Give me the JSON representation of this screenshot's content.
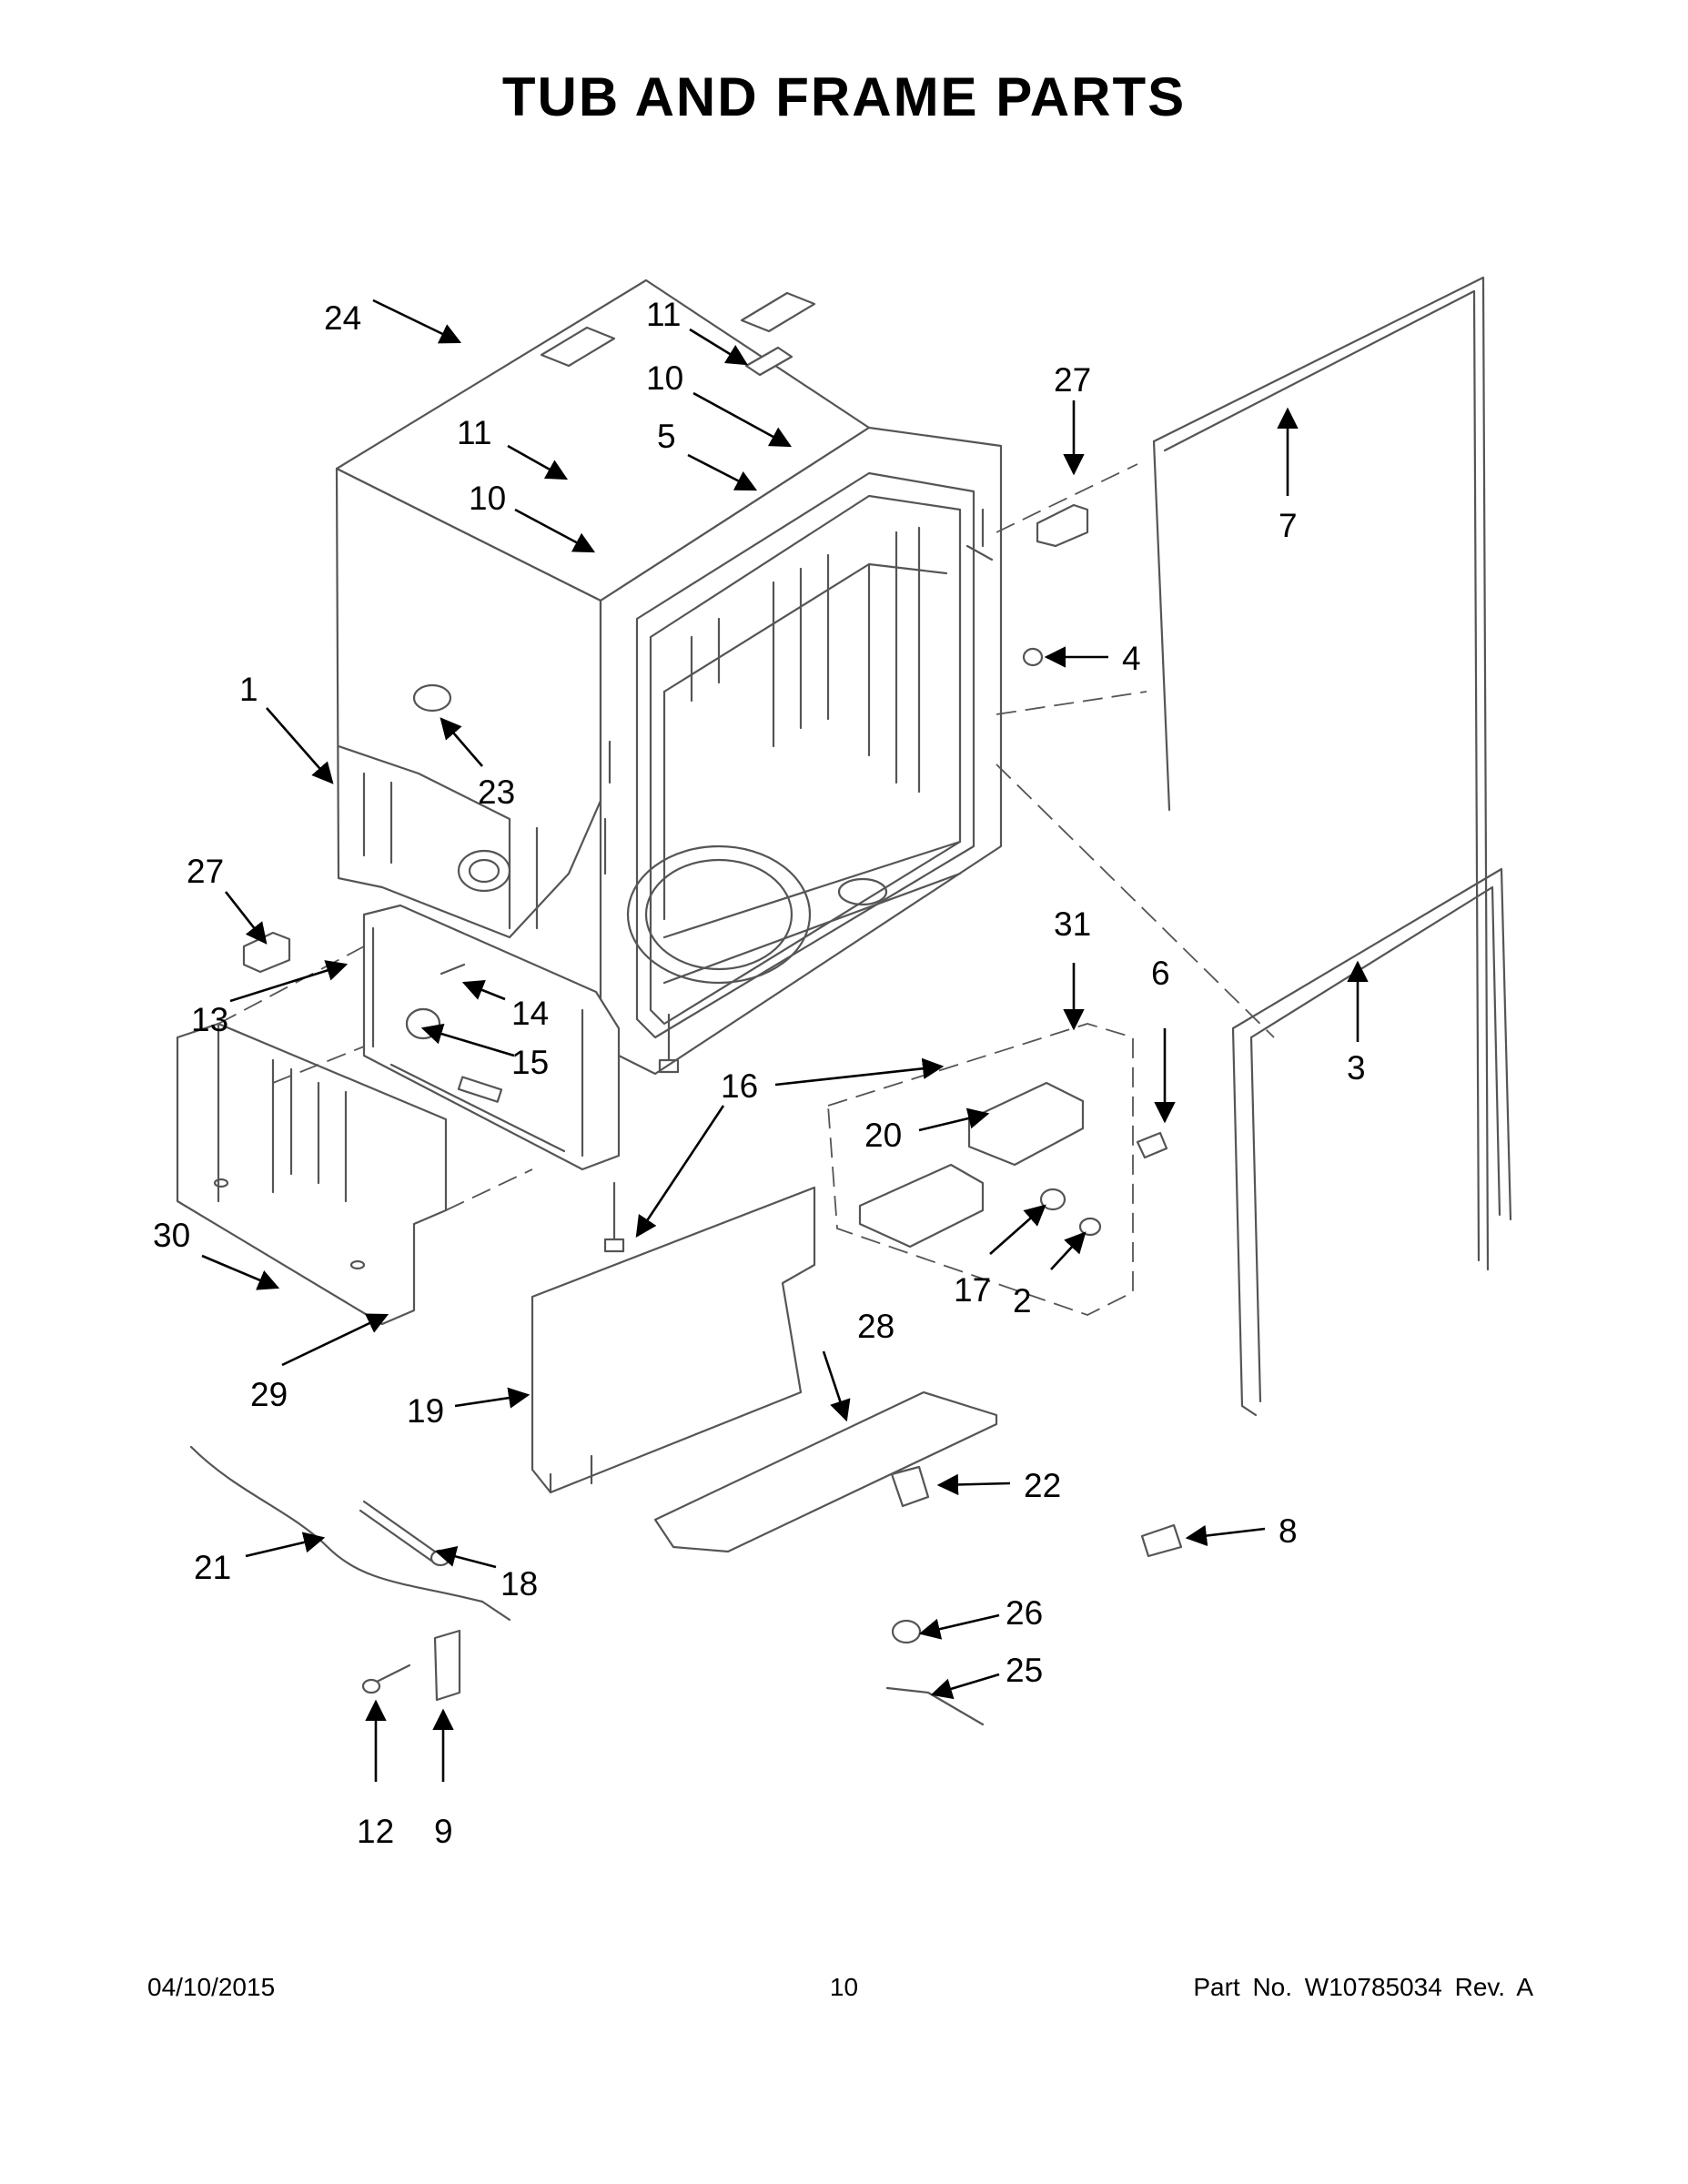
{
  "page": {
    "title": "TUB AND FRAME PARTS",
    "footer_date": "04/10/2015",
    "footer_page": "10",
    "footer_part": "Part No.  W10785034  Rev.  A"
  },
  "callouts": {
    "c24": "24",
    "c11a": "11",
    "c10a": "10",
    "c11b": "11",
    "c10b": "10",
    "c5": "5",
    "c27a": "27",
    "c7": "7",
    "c4": "4",
    "c1": "1",
    "c23": "23",
    "c27b": "27",
    "c13": "13",
    "c14": "14",
    "c15": "15",
    "c16": "16",
    "c31": "31",
    "c6": "6",
    "c3": "3",
    "c20": "20",
    "c30": "30",
    "c17": "17",
    "c2": "2",
    "c28": "28",
    "c29": "29",
    "c19": "19",
    "c22": "22",
    "c8": "8",
    "c21": "21",
    "c18": "18",
    "c26": "26",
    "c25": "25",
    "c12": "12",
    "c9": "9"
  }
}
